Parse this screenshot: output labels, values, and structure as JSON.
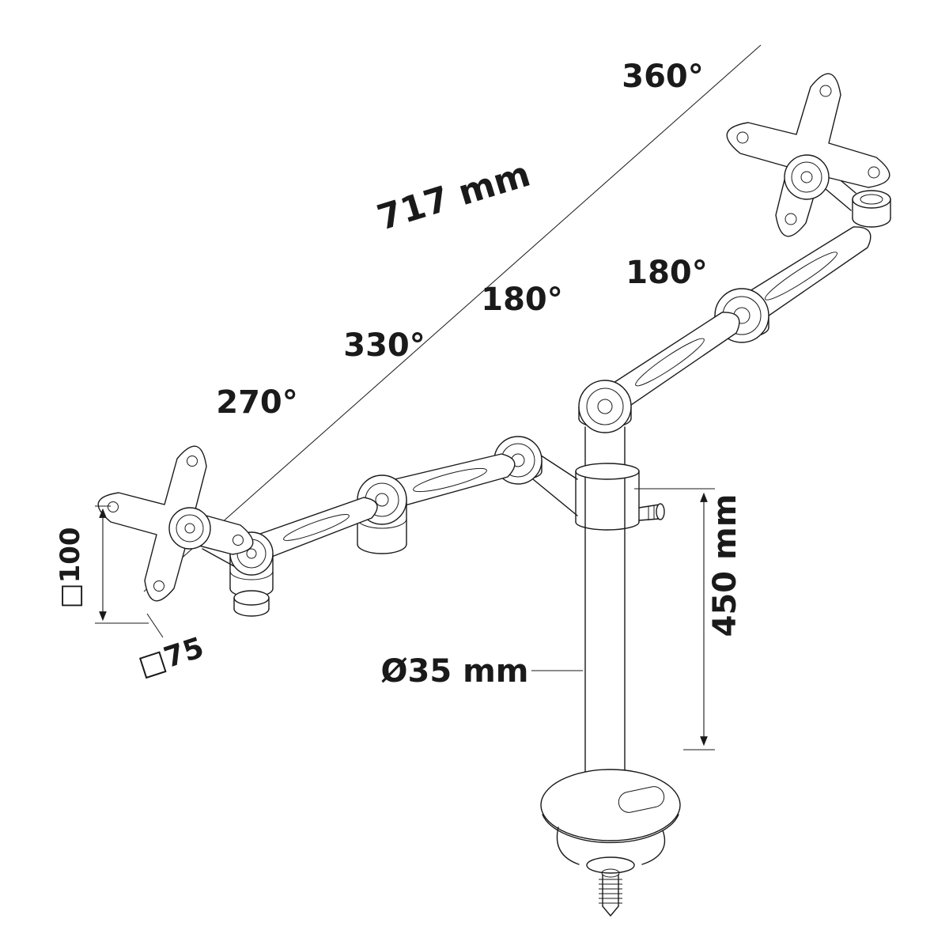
{
  "title": "Dual monitor desk mount arm - dimensional technical drawing",
  "colors": {
    "background": "#ffffff",
    "line": "#1a1a1a",
    "text": "#1a1a1a"
  },
  "annotations": {
    "rotation_full": "360°",
    "arm_reach": "717 mm",
    "swivel_180_right": "180°",
    "swivel_180_mid": "180°",
    "swivel_330": "330°",
    "swivel_270": "270°",
    "vesa_large": "□100",
    "vesa_small": "□75",
    "pole_diameter": "Ø35 mm",
    "pole_height": "450 mm"
  }
}
